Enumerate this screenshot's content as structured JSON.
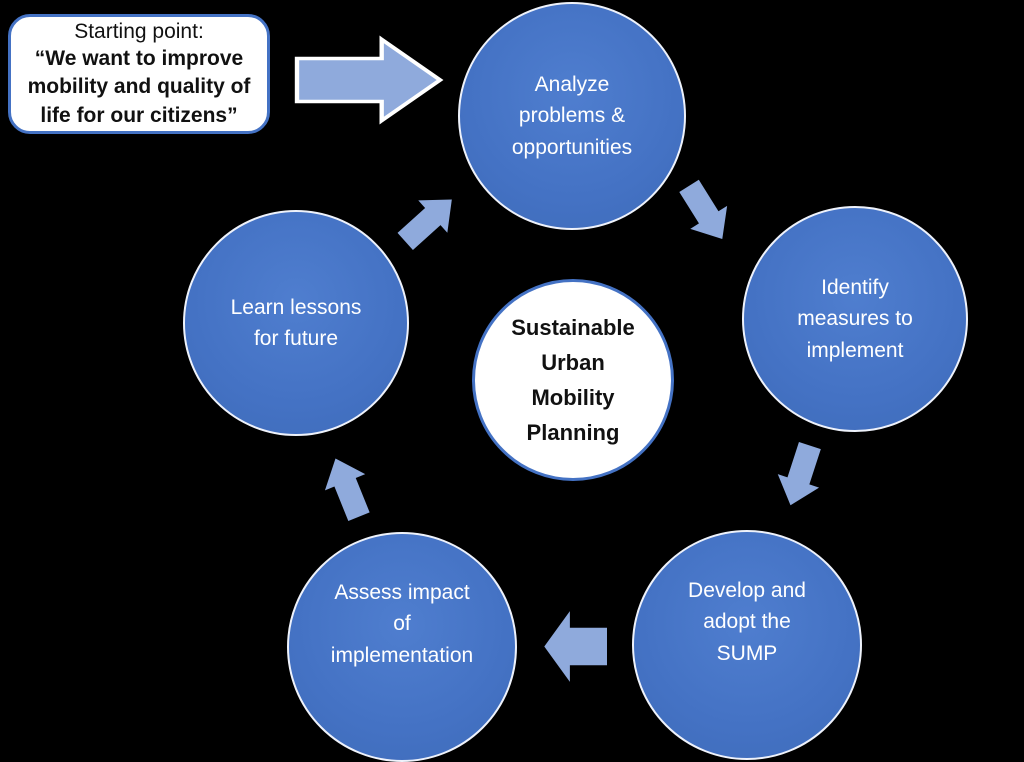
{
  "colors": {
    "background": "#000000",
    "circle_fill": "#4472C4",
    "arrow_fill": "#8FAADC",
    "panel_bg": "#FFFFFF",
    "panel_border": "#4472C4",
    "text_light": "#FFFFFF",
    "text_dark": "#111111"
  },
  "start_box": {
    "heading": "Starting point:",
    "quote": "“We want to improve\nmobility and quality of\nlife for our citizens”"
  },
  "center": {
    "label": "Sustainable\nUrban\nMobility\nPlanning"
  },
  "stages": [
    {
      "name": "analyze-problems",
      "label": "Analyze\nproblems &\nopportunities"
    },
    {
      "name": "identify-measures",
      "label": "Identify\nmeasures to\nimplement"
    },
    {
      "name": "develop-adopt-sump",
      "label": "Develop and\nadopt the\nSUMP"
    },
    {
      "name": "assess-impact",
      "label": "Assess impact\nof\nimplementation"
    },
    {
      "name": "learn-lessons",
      "label": "Learn lessons\nfor future"
    }
  ],
  "arrows": [
    {
      "name": "start-to-analyze"
    },
    {
      "name": "analyze-to-identify"
    },
    {
      "name": "identify-to-develop"
    },
    {
      "name": "develop-to-assess"
    },
    {
      "name": "assess-to-learn"
    },
    {
      "name": "learn-to-analyze"
    }
  ]
}
